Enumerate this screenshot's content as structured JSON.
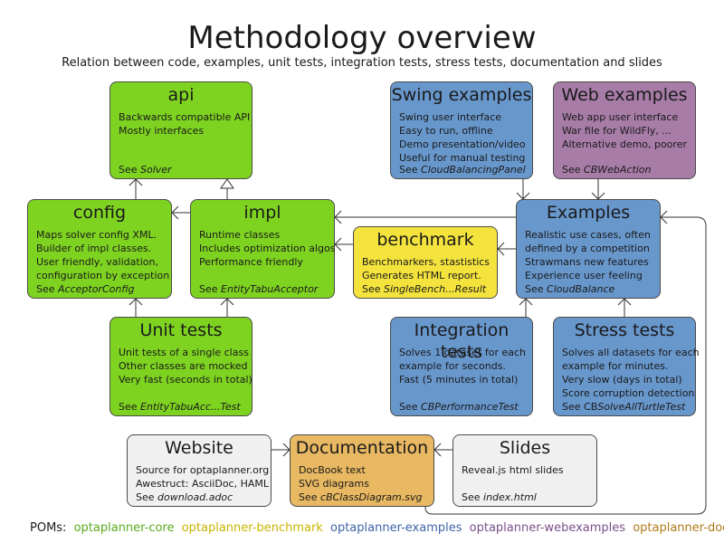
{
  "title": "Methodology overview",
  "subtitle": "Relation between code, examples, unit tests, integration tests, stress tests, documentation and slides",
  "boxes": {
    "api": {
      "title": "api",
      "lines": [
        "Backwards compatible API",
        "Mostly interfaces"
      ],
      "see_prefix": "See ",
      "see_ref": "Solver"
    },
    "config": {
      "title": "config",
      "lines": [
        "Maps solver config XML.",
        "Builder of impl classes.",
        "User friendly, validation,",
        "configuration by exception"
      ],
      "see_prefix": "See ",
      "see_ref": "AcceptorConfig"
    },
    "impl": {
      "title": "impl",
      "lines": [
        "Runtime classes",
        "Includes optimization algos",
        "Performance friendly"
      ],
      "see_prefix": "See ",
      "see_ref": "EntityTabuAcceptor"
    },
    "unit_tests": {
      "title": "Unit tests",
      "lines": [
        "Unit tests of a single class",
        "Other classes are mocked",
        "Very fast (seconds in total)"
      ],
      "see_prefix": "See ",
      "see_ref": "EntityTabuAcc...Test"
    },
    "swing": {
      "title": "Swing examples",
      "lines": [
        "Swing user interface",
        "Easy to run, offline",
        "Demo presentation/video",
        "Useful for manual testing"
      ],
      "see_prefix": "See ",
      "see_ref": "CloudBalancingPanel"
    },
    "web": {
      "title": "Web examples",
      "lines": [
        "Web app user interface",
        "War file for WildFly, ...",
        "Alternative demo, poorer"
      ],
      "see_prefix": "See ",
      "see_ref": "CBWebAction"
    },
    "examples": {
      "title": "Examples",
      "lines": [
        "Realistic use cases, often",
        "defined by a competition",
        "Strawmans new features",
        "Experience user feeling"
      ],
      "see_prefix": "See ",
      "see_ref": "CloudBalance"
    },
    "benchmark": {
      "title": "benchmark",
      "lines": [
        "Benchmarkers, stastistics",
        "Generates HTML report."
      ],
      "see_prefix": "See ",
      "see_ref": "SingleBench...Result"
    },
    "integration": {
      "title": "Integration tests",
      "lines": [
        "Solves 1 dataset for each",
        "example for seconds.",
        "Fast (5 minutes in total)"
      ],
      "see_prefix": "See ",
      "see_ref": "CBPerformanceTest"
    },
    "stress": {
      "title": "Stress tests",
      "lines": [
        "Solves all datasets for each",
        "example for minutes.",
        "Very slow (days in total)",
        "Score corruption detection"
      ],
      "see_prefix": "See CB",
      "see_ref": "SolveAllTurtleTest"
    },
    "website": {
      "title": "Website",
      "lines": [
        "Source for optaplanner.org",
        "Awestruct: AsciiDoc, HAML"
      ],
      "see_prefix": "See ",
      "see_ref": "download.adoc"
    },
    "documentation": {
      "title": "Documentation",
      "lines": [
        "DocBook text",
        "SVG diagrams"
      ],
      "see_prefix": "See ",
      "see_ref": "cBClassDiagram.svg"
    },
    "slides": {
      "title": "Slides",
      "lines": [
        "Reveal.js html slides"
      ],
      "see_prefix": "See ",
      "see_ref": "index.html"
    }
  },
  "poms": {
    "label": "POMs:",
    "items": [
      {
        "name": "optaplanner-core",
        "color": "#5aaa1e"
      },
      {
        "name": "optaplanner-benchmark",
        "color": "#c8b400"
      },
      {
        "name": "optaplanner-examples",
        "color": "#3d63a8"
      },
      {
        "name": "optaplanner-webexamples",
        "color": "#7a4f8a"
      },
      {
        "name": "optaplanner-docs",
        "color": "#b07a16"
      }
    ]
  },
  "colors": {
    "core": "#7ed321",
    "benchmark": "#f4e33d",
    "examples": "#6897cc",
    "webexamples": "#a77ca7",
    "docs": "#e8b862",
    "neutral": "#f0f0f0"
  }
}
